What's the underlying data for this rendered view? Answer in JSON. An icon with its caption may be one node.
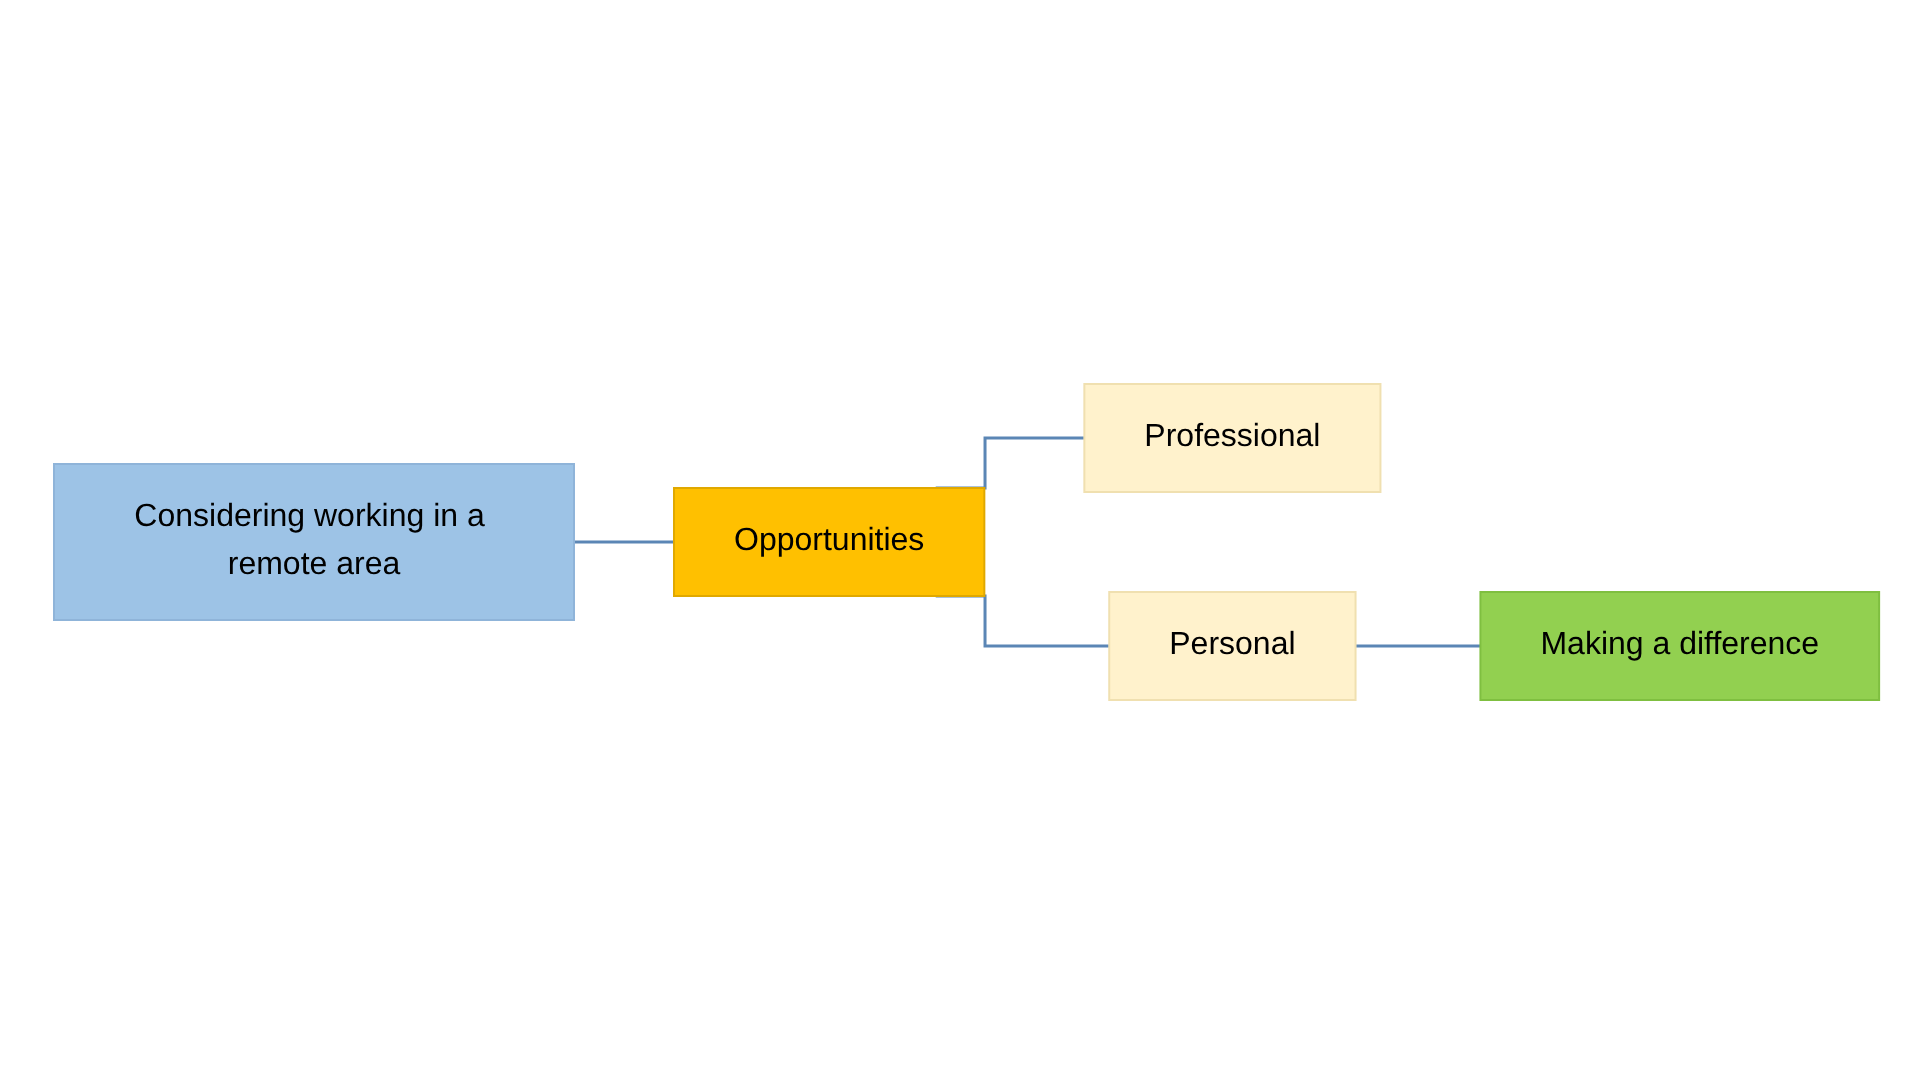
{
  "diagram": {
    "nodes": [
      {
        "text": [
          "Considering working in a remote area"
        ]
      },
      {
        "text": [
          "Opportunities"
        ]
      },
      {
        "text": [
          "Professional"
        ]
      },
      {
        "text": [
          "Personal"
        ]
      },
      {
        "text": [
          "Making a difference"
        ]
      }
    ],
    "edges": [
      {
        "from": 0,
        "to": 1,
        "arrow": "none"
      },
      {
        "from": 1,
        "to": 2,
        "arrow": "none"
      },
      {
        "from": 1,
        "to": 3,
        "arrow": "none"
      },
      {
        "from": 3,
        "to": 4,
        "arrow": "none"
      }
    ]
  }
}
